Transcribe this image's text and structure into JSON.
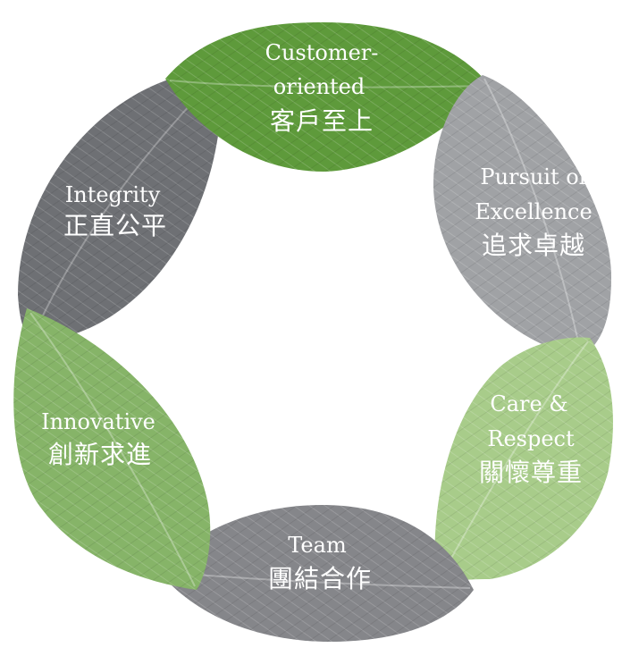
{
  "diagram": {
    "leaves": [
      {
        "id": "customer",
        "color": "#5e9a3b",
        "en": [
          "Customer-",
          "oriented"
        ],
        "zh": "客戶至上"
      },
      {
        "id": "excellence",
        "color": "#a0a2a5",
        "en": [
          "Pursuit of",
          "Excellence"
        ],
        "zh": "追求卓越"
      },
      {
        "id": "care",
        "color": "#a8cc8a",
        "en": [
          "Care &",
          "Respect"
        ],
        "zh": "關懷尊重"
      },
      {
        "id": "team",
        "color": "#85868a",
        "en": [
          "Team"
        ],
        "zh": "團結合作"
      },
      {
        "id": "innovative",
        "color": "#86b468",
        "en": [
          "Innovative"
        ],
        "zh": "創新求進"
      },
      {
        "id": "integrity",
        "color": "#6e7074",
        "en": [
          "Integrity"
        ],
        "zh": "正直公平"
      }
    ]
  }
}
